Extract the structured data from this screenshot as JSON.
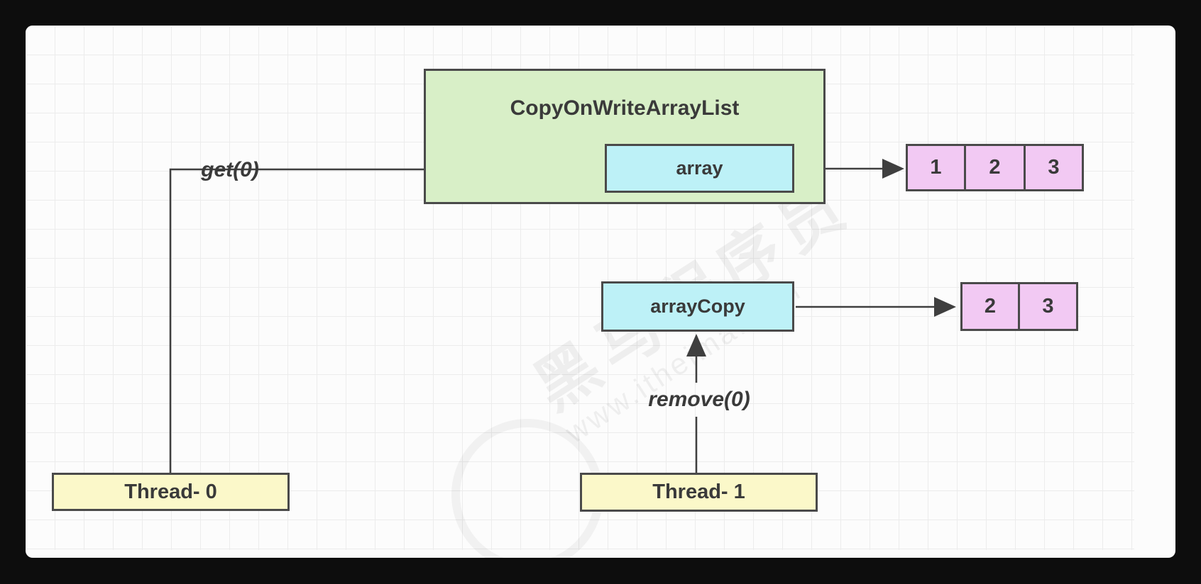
{
  "diagram": {
    "container": {
      "label": "CopyOnWriteArrayList"
    },
    "array_box": {
      "label": "array"
    },
    "array_cells": [
      "1",
      "2",
      "3"
    ],
    "array_copy_box": {
      "label": "arrayCopy"
    },
    "array_copy_cells": [
      "2",
      "3"
    ],
    "threads": [
      {
        "label": "Thread- 0"
      },
      {
        "label": "Thread- 1"
      }
    ],
    "edges": {
      "get_label": "get(0)",
      "remove_label": "remove(0)"
    },
    "watermark": {
      "brand": "黑马程序员",
      "url": "www.itheima.com"
    }
  },
  "colors": {
    "canvas_bg": "#fcfcfc",
    "grid_line": "#ececec",
    "green_fill": "#d8efc7",
    "cyan_fill": "#bdf1f7",
    "pink_fill": "#f2c9f3",
    "yellow_fill": "#fbf8c9",
    "border_color": "#4a4a4a",
    "line_color": "#3f3f3f",
    "text_color": "#3a3a3a"
  }
}
